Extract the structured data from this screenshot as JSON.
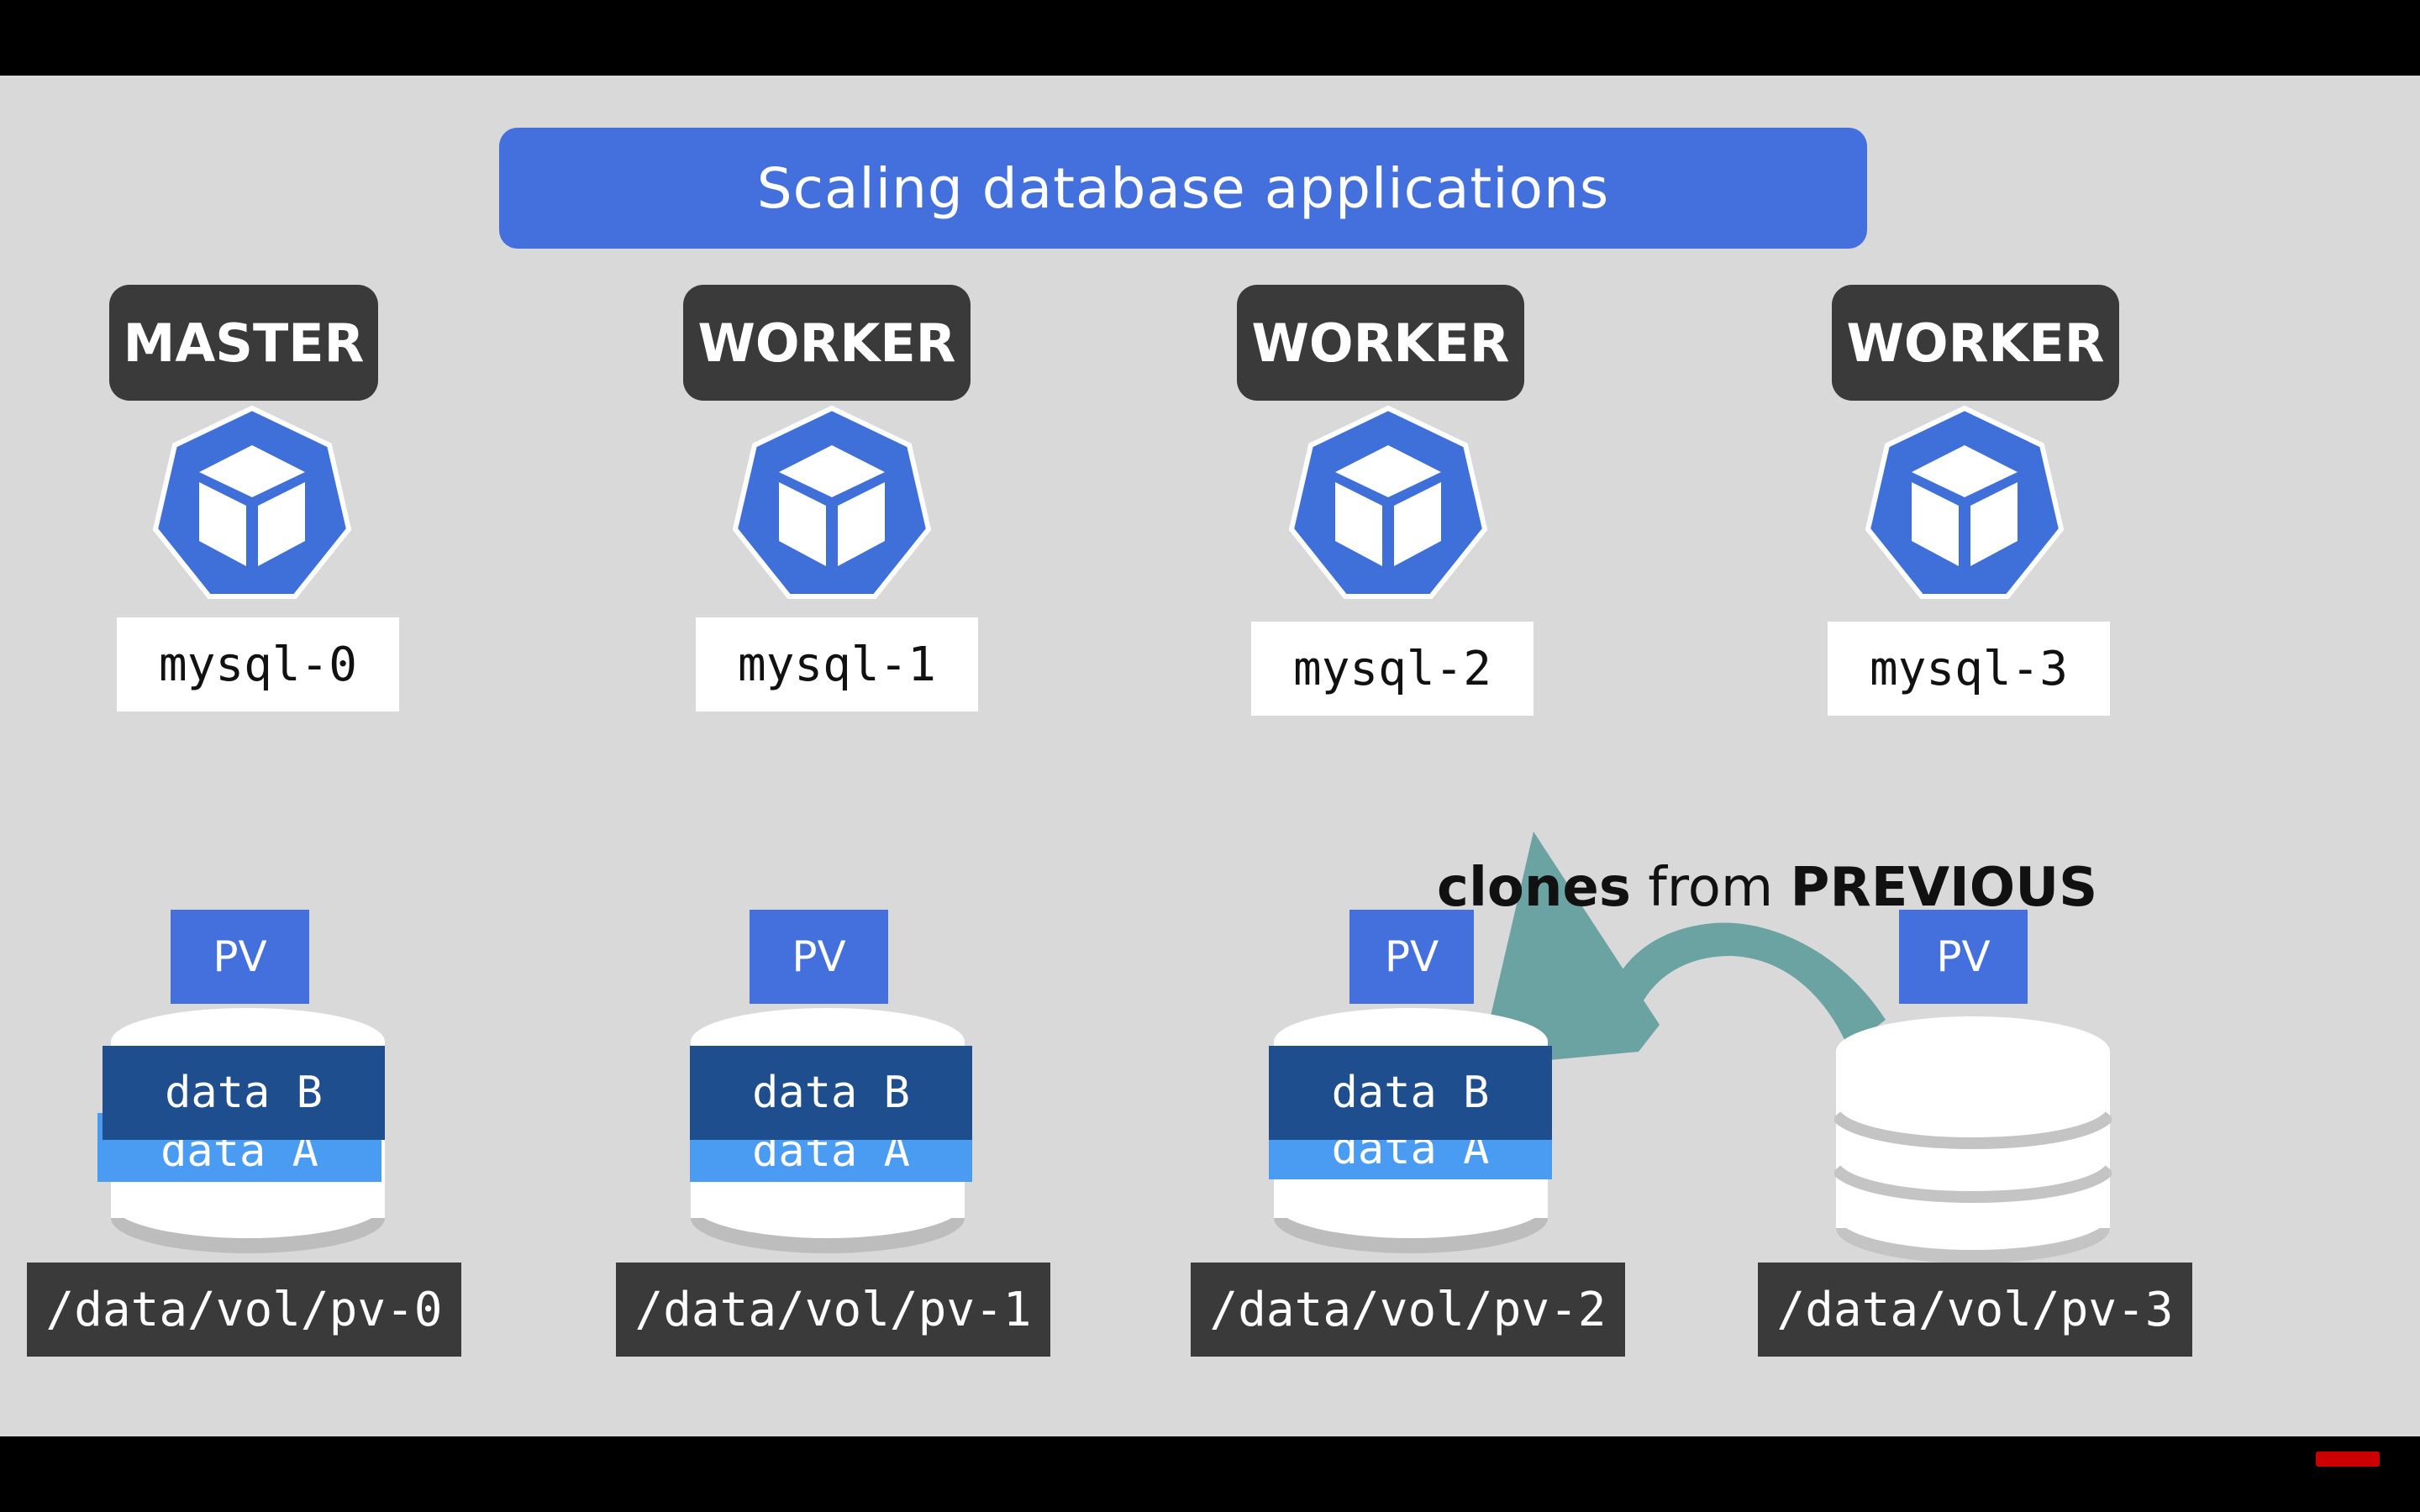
{
  "title": "Scaling database applications",
  "colors": {
    "accent_blue": "#4370dc",
    "badge_dark": "#3a3a3a",
    "data_b": "#1f4e8f",
    "data_a": "#4a9bf2",
    "arrow_teal": "#6ba3a3",
    "background": "#d9d9d9"
  },
  "nodes": [
    {
      "role": "MASTER",
      "pod": "mysql-0",
      "pv": "PV",
      "data_b": "data B",
      "data_a": "data A",
      "path": "/data/vol/pv-0",
      "icon": "kubernetes-node-icon"
    },
    {
      "role": "WORKER",
      "pod": "mysql-1",
      "pv": "PV",
      "data_b": "data B",
      "data_a": "data A",
      "path": "/data/vol/pv-1",
      "icon": "kubernetes-node-icon"
    },
    {
      "role": "WORKER",
      "pod": "mysql-2",
      "pv": "PV",
      "data_b": "data B",
      "data_a": "data A",
      "path": "/data/vol/pv-2",
      "icon": "kubernetes-node-icon"
    },
    {
      "role": "WORKER",
      "pod": "mysql-3",
      "pv": "PV",
      "path": "/data/vol/pv-3",
      "icon": "kubernetes-node-icon"
    }
  ],
  "annotation": {
    "word1": "clones",
    "word2": " from ",
    "word3": "PREVIOUS"
  }
}
